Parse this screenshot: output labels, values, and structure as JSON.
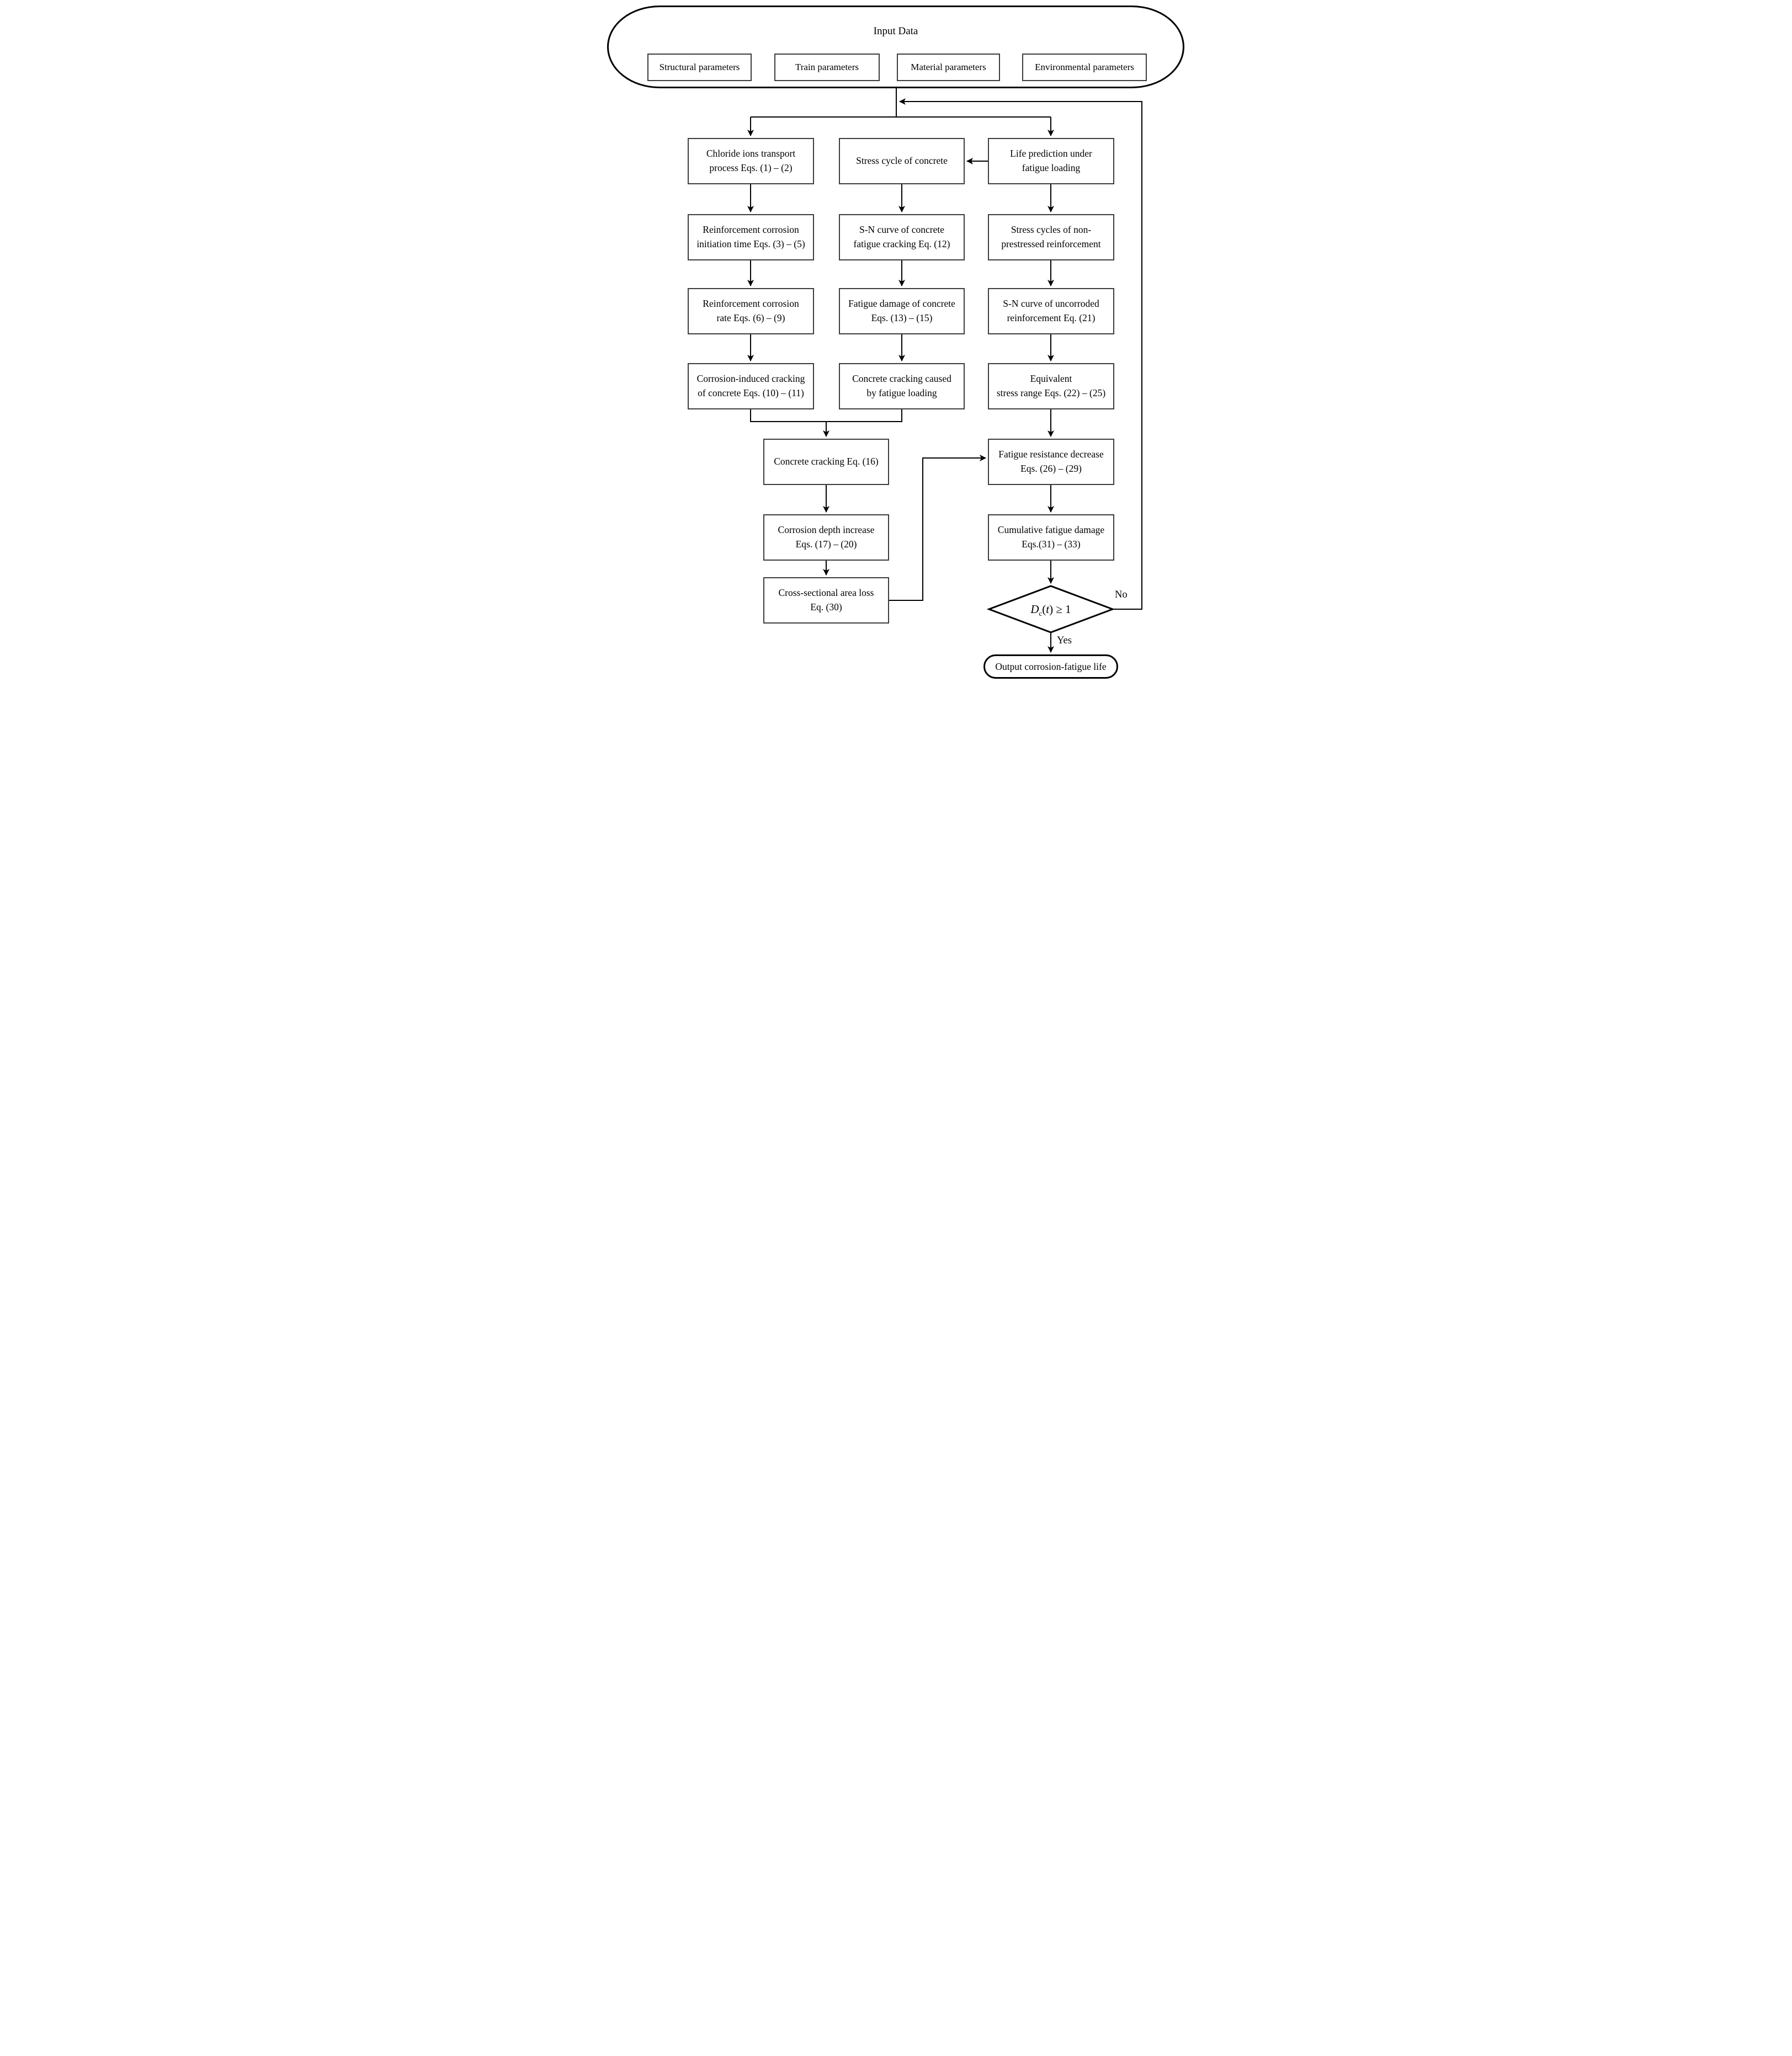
{
  "input_section": {
    "title": "Input Data",
    "params": [
      {
        "label": "Structural parameters"
      },
      {
        "label": "Train parameters"
      },
      {
        "label": "Material parameters"
      },
      {
        "label": "Environmental parameters"
      }
    ]
  },
  "boxes": {
    "chloride_transport": {
      "line1": "Chloride ions transport",
      "line2": "process Eqs. (1) – (2)"
    },
    "corrosion_initiation": {
      "line1": "Reinforcement corrosion",
      "line2": "initiation time Eqs. (3) – (5)"
    },
    "corrosion_rate": {
      "line1": "Reinforcement corrosion",
      "line2": "rate Eqs. (6) – (9)"
    },
    "corrosion_induced_crack": {
      "line1": "Corrosion-induced cracking",
      "line2": "of concrete Eqs. (10) – (11)"
    },
    "stress_cycle_concrete": {
      "line1": "Stress cycle of concrete",
      "line2": ""
    },
    "sn_curve_concrete": {
      "line1": "S-N curve of concrete",
      "line2": "fatigue cracking Eq. (12)"
    },
    "fatigue_damage_concrete": {
      "line1": "Fatigue damage of concrete",
      "line2": "Eqs. (13) – (15)"
    },
    "concrete_crack_fatigue": {
      "line1": "Concrete cracking caused",
      "line2": "by fatigue loading"
    },
    "life_prediction": {
      "line1": "Life prediction under",
      "line2": "fatigue loading"
    },
    "stress_cycles_nonprestressed": {
      "line1": "Stress cycles of non-",
      "line2": "prestressed reinforcement"
    },
    "sn_curve_uncorroded": {
      "line1": "S-N curve of uncorroded",
      "line2": "reinforcement Eq. (21)"
    },
    "equivalent_stress_range": {
      "line1": "Equivalent",
      "line2": "stress range Eqs. (22) – (25)"
    },
    "concrete_cracking": {
      "line1": "Concrete cracking Eq. (16)",
      "line2": ""
    },
    "corrosion_depth": {
      "line1": "Corrosion depth increase",
      "line2": "Eqs. (17) – (20)"
    },
    "area_loss": {
      "line1": "Cross-sectional area loss",
      "line2": "Eq. (30)"
    },
    "fatigue_resistance": {
      "line1": "Fatigue resistance decrease",
      "line2": "Eqs. (26) –  (29)"
    },
    "cumulative_damage": {
      "line1": "Cumulative fatigue damage",
      "line2": "Eqs.(31) – (33)"
    }
  },
  "decision": {
    "var": "D",
    "sub": "c",
    "open": "(",
    "t": "t",
    "rest": ") ≥ 1"
  },
  "edge_labels": {
    "yes": "Yes",
    "no": "No"
  },
  "output": {
    "label": "Output corrosion-fatigue life"
  },
  "colors": {
    "line": "#000000",
    "box_border": "#3d3d3d",
    "text": "#000000",
    "background": "#ffffff"
  }
}
